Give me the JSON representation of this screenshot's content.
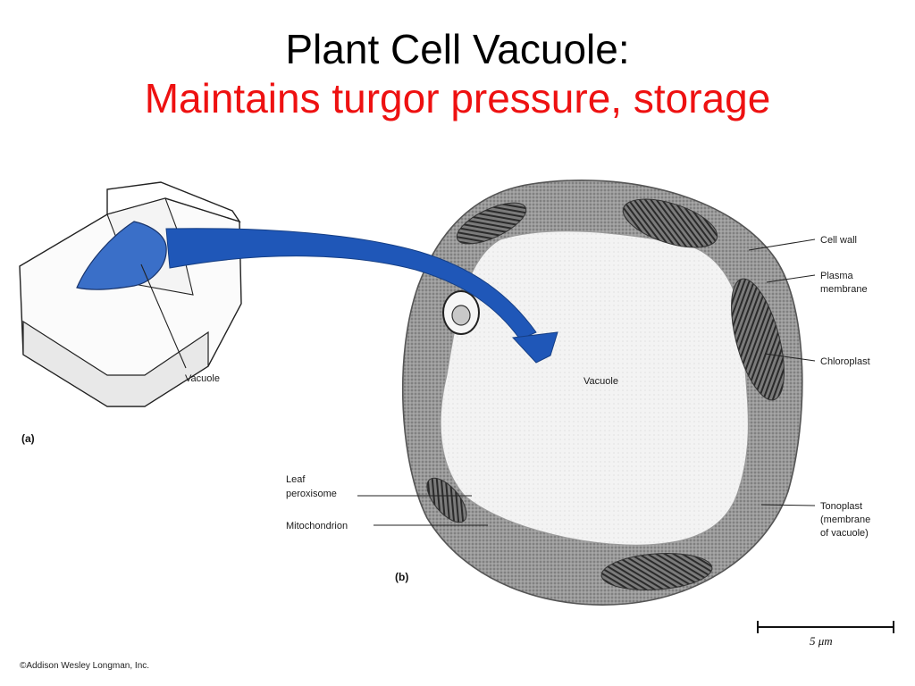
{
  "title": {
    "line1": "Plant Cell Vacuole:",
    "line2": "Maintains turgor pressure, storage",
    "line2_color": "#ee1111"
  },
  "colors": {
    "vacuole_blue": "#3a6fc8",
    "arrow_blue": "#1f57b8",
    "cytoplasm_gray": "#8c8c8c",
    "vacuole_interior": "#f1f1f1"
  },
  "panel_a": {
    "panel_label": "(a)",
    "vacuole_label": "Vacuole"
  },
  "panel_b": {
    "panel_label": "(b)",
    "vacuole_label": "Vacuole",
    "labels": {
      "cell_wall": "Cell wall",
      "plasma_membrane_1": "Plasma",
      "plasma_membrane_2": "membrane",
      "chloroplast": "Chloroplast",
      "tonoplast_1": "Tonoplast",
      "tonoplast_2": "(membrane",
      "tonoplast_3": "of vacuole)",
      "leaf_peroxisome_1": "Leaf",
      "leaf_peroxisome_2": "peroxisome",
      "mitochondrion": "Mitochondrion"
    },
    "scale_bar": "5 μm"
  },
  "copyright": "©Addison Wesley Longman, Inc."
}
